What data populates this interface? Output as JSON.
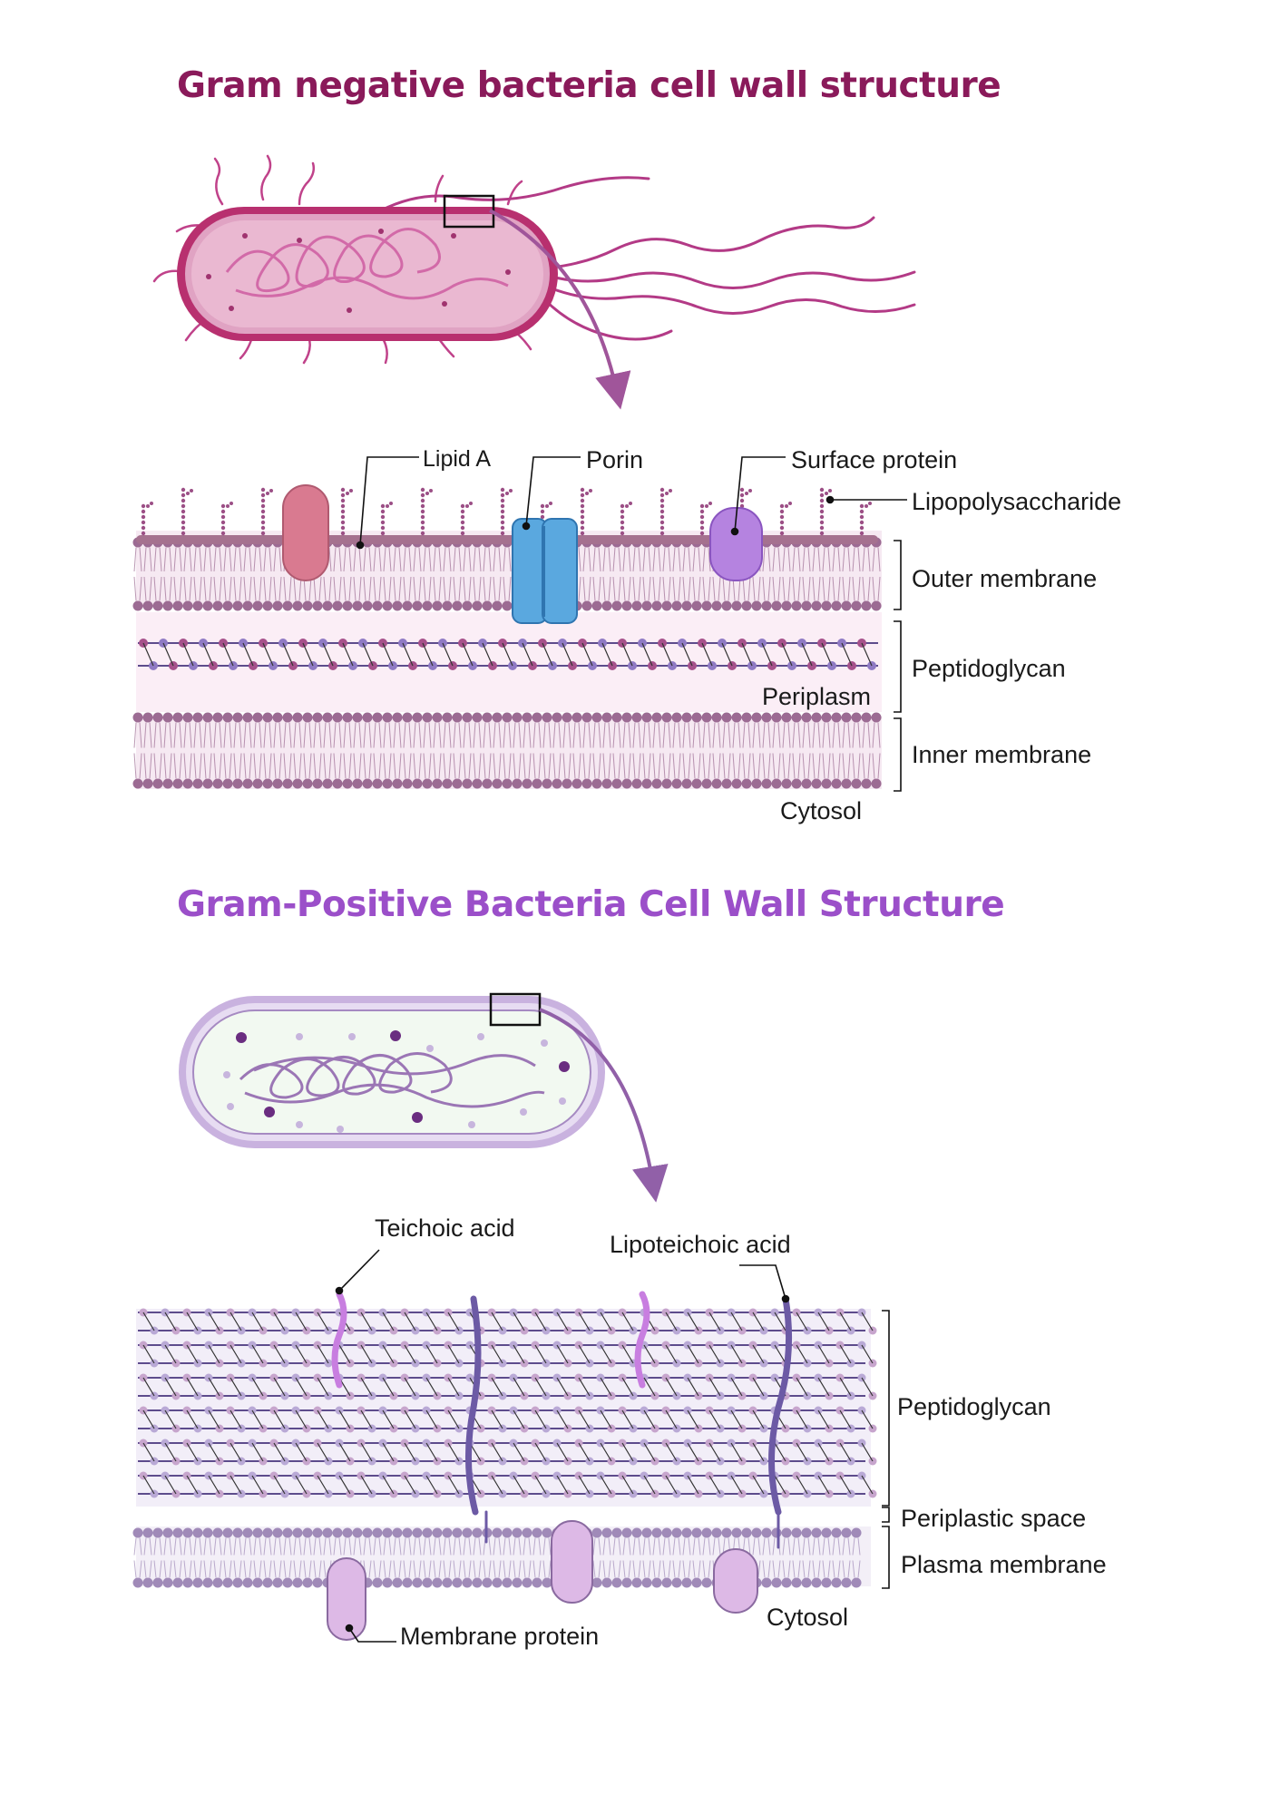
{
  "gram_negative": {
    "title": "Gram negative bacteria cell wall structure",
    "labels": {
      "lipid_a": "Lipid A",
      "porin": "Porin",
      "surface_protein": "Surface protein",
      "lipopolysaccharide": "Lipopolysaccharide",
      "outer_membrane": "Outer membrane",
      "peptidoglycan": "Peptidoglycan",
      "periplasm": "Periplasm",
      "inner_membrane": "Inner membrane",
      "cytosol": "Cytosol"
    }
  },
  "gram_positive": {
    "title": "Gram-Positive Bacteria Cell Wall Structure",
    "labels": {
      "teichoic_acid": "Teichoic acid",
      "lipoteichoic_acid": "Lipoteichoic acid",
      "peptidoglycan": "Peptidoglycan",
      "periplastic_space": "Periplastic space",
      "plasma_membrane": "Plasma membrane",
      "membrane_protein": "Membrane protein",
      "cytosol": "Cytosol"
    }
  },
  "colors": {
    "neg_title": "#8a1a5a",
    "pos_title": "#9b4fc9",
    "neg_membrane": "#9c6b93",
    "pos_membrane": "#a08ab8"
  }
}
